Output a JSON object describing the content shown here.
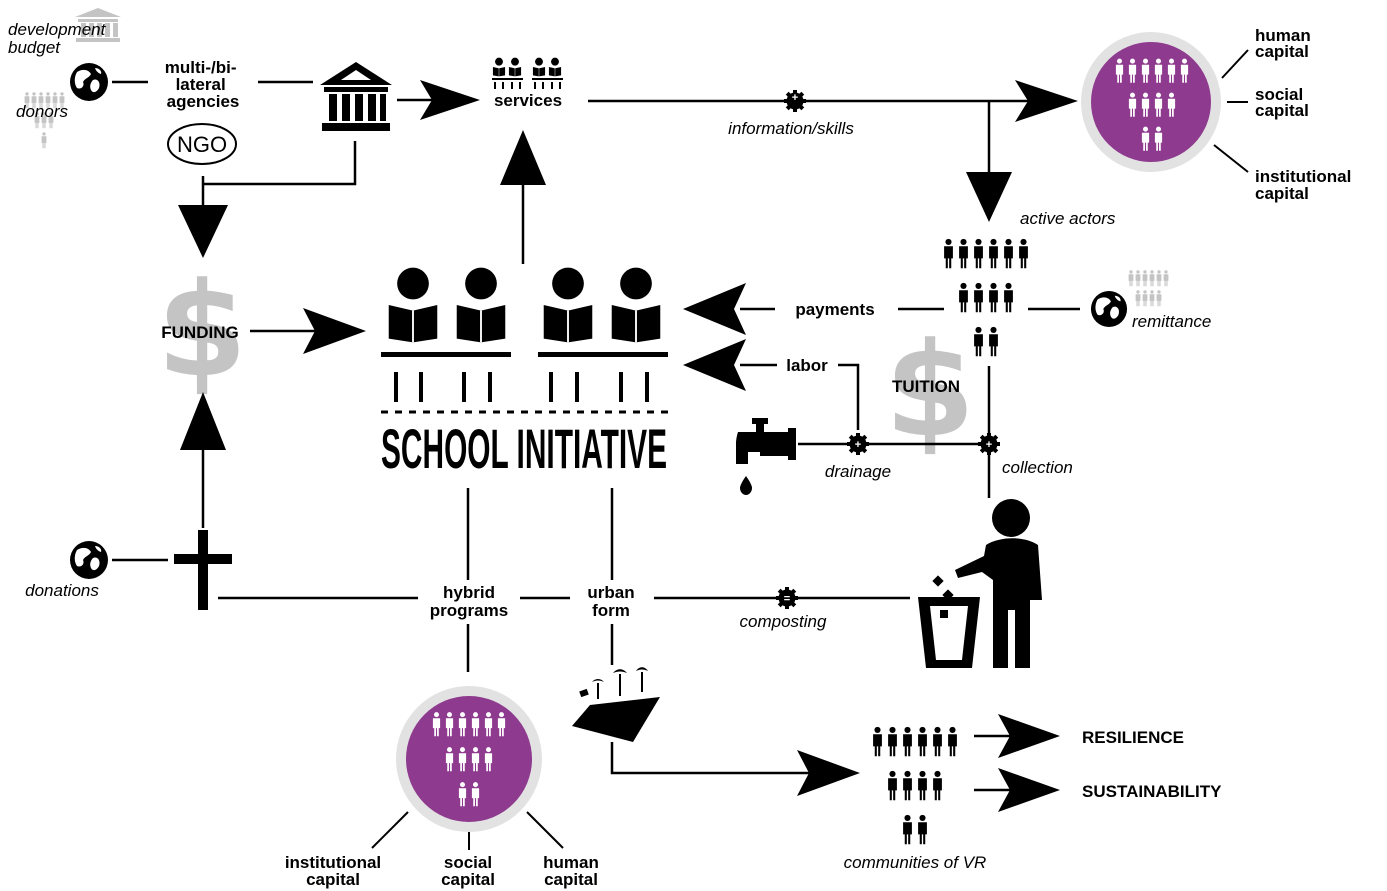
{
  "top_left": {
    "development_budget": "development budget",
    "donors": "donors",
    "agencies": "multi-/bi- lateral agencies",
    "ngo": "NGO"
  },
  "services": "services",
  "information_skills": "information/skills",
  "capital_top": {
    "human": "human capital",
    "social": "social capital",
    "institutional": "institutional capital"
  },
  "active_actors": "active actors",
  "payments": "payments",
  "labor": "labor",
  "remittance": "remittance",
  "tuition": "TUITION",
  "drainage": "drainage",
  "collection": "collection",
  "funding": "FUNDING",
  "school_initiative": "SCHOOL INITIATIVE",
  "donations": "donations",
  "hybrid_programs": "hybrid programs",
  "urban_form": "urban form",
  "composting": "composting",
  "capital_bottom": {
    "institutional": "institutional capital",
    "social": "social capital",
    "human": "human capital"
  },
  "communities": "communities of VR",
  "resilience": "RESILIENCE",
  "sustainability": "SUSTAINABILITY",
  "colors": {
    "purple": "#8e3a8e",
    "ring": "#e2e2e2",
    "grey_icon": "#c4c4c4",
    "ink": "#000000"
  },
  "icons": [
    "globe-icon",
    "bank-icon",
    "people-icon",
    "reader-icon",
    "faucet-icon",
    "trash-icon",
    "cross-icon",
    "park-icon",
    "gear-icon",
    "dollar-icon"
  ]
}
